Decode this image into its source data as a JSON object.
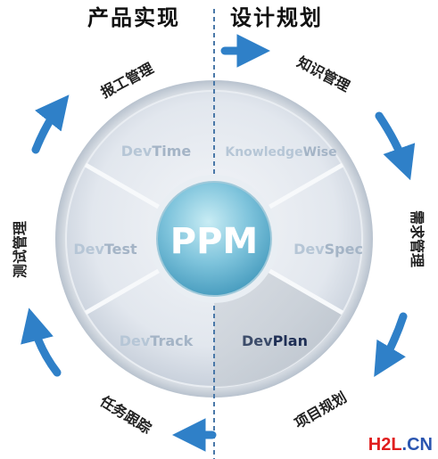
{
  "headers": {
    "left": "产品实现",
    "right": "设计规划"
  },
  "ring_labels": [
    {
      "text": "知识管理"
    },
    {
      "text": "需求管理"
    },
    {
      "text": "项目规划"
    },
    {
      "text": "任务跟踪"
    },
    {
      "text": "测试管理"
    },
    {
      "text": "报工管理"
    }
  ],
  "segments": [
    {
      "dev": "Dev",
      "name": "Time"
    },
    {
      "dev": "Knowledge",
      "name": "Wise"
    },
    {
      "dev": "Dev",
      "name": "Test"
    },
    {
      "dev": "Dev",
      "name": "Spec"
    },
    {
      "dev": "Dev",
      "name": "Track"
    },
    {
      "dev": "Dev",
      "name": "Plan"
    }
  ],
  "center": {
    "text": "PPM"
  },
  "watermark": {
    "part1": "H2L",
    "part2": ".CN"
  },
  "colors": {
    "arrow": "#2f80c8",
    "divider": "#4a78a8",
    "center_fill": "#7fc4dc",
    "segment_label": "#b6c6d6",
    "segment_label_dark": "#1f2f55",
    "watermark_red": "#e01e1e",
    "watermark_blue": "#2a55b0"
  }
}
